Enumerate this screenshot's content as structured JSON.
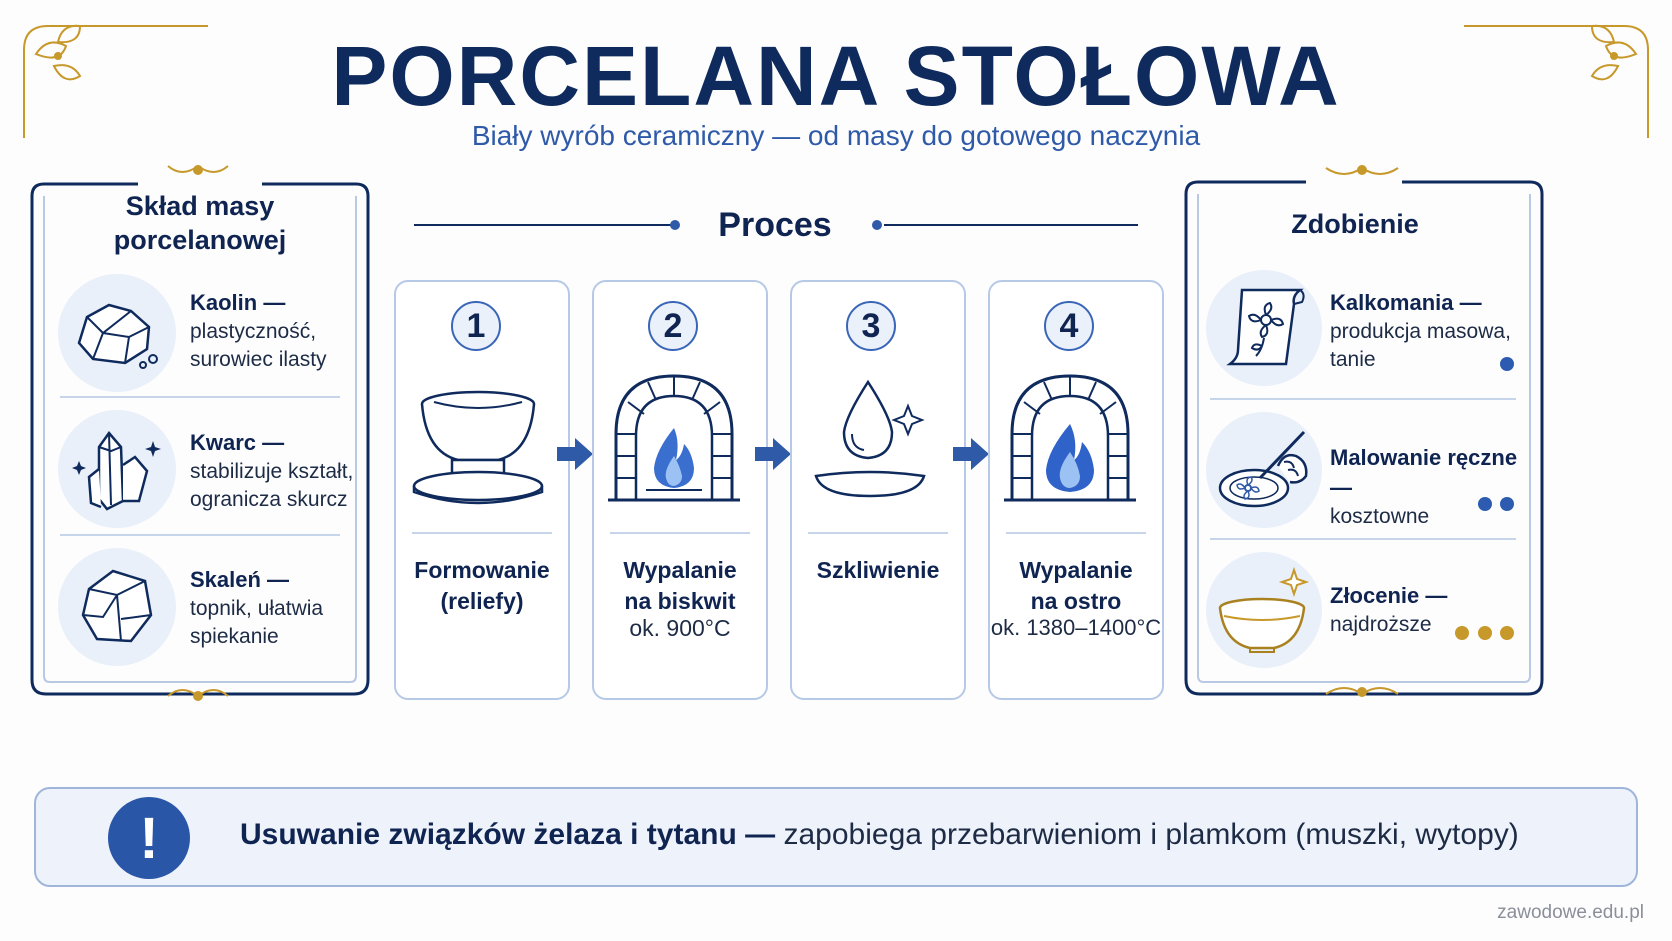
{
  "header": {
    "title": "PORCELANA STOŁOWA",
    "subtitle": "Biały wyrób ceramiczny — od masy do gotowego naczynia"
  },
  "composition": {
    "title_line1": "Skład masy",
    "title_line2": "porcelanowej",
    "items": [
      {
        "name": "Kaolin —",
        "line1": "plastyczność,",
        "line2": "surowiec ilasty",
        "icon": "rock-icon"
      },
      {
        "name": "Kwarc —",
        "line1": "stabilizuje kształt,",
        "line2": "ogranicza skurcz",
        "icon": "crystal-icon"
      },
      {
        "name": "Skaleń —",
        "line1": "topnik, ułatwia",
        "line2": "spiekanie",
        "icon": "stone-icon"
      }
    ]
  },
  "process": {
    "title": "Proces",
    "steps": [
      {
        "number": "1",
        "line1": "Formowanie",
        "line2": "(reliefy)",
        "temp": "",
        "icon": "potters-wheel-bowl-icon"
      },
      {
        "number": "2",
        "line1": "Wypalanie",
        "line2": "na biskwit",
        "temp": "ok. 900°C",
        "icon": "kiln-icon"
      },
      {
        "number": "3",
        "line1": "Szkliwienie",
        "line2": "",
        "temp": "",
        "icon": "glaze-drop-icon"
      },
      {
        "number": "4",
        "line1": "Wypalanie",
        "line2": "na ostro",
        "temp": "ok. 1380–1400°C",
        "icon": "kiln-icon"
      }
    ]
  },
  "decoration": {
    "title": "Zdobienie",
    "items": [
      {
        "name": "Kalkomania —",
        "line1": "produkcja masowa,",
        "line2": "tanie",
        "cost_level": 1,
        "icon": "decal-scroll-icon"
      },
      {
        "name": "Malowanie ręczne —",
        "line1": "kosztowne",
        "line2": "",
        "cost_level": 2,
        "icon": "brush-plate-icon"
      },
      {
        "name": "Złocenie —",
        "line1": "najdroższe",
        "line2": "",
        "cost_level": 3,
        "icon": "gold-bowl-icon"
      }
    ],
    "dot_colors": {
      "blue": "#2d5bb0",
      "gold": "#c7982a"
    }
  },
  "banner": {
    "bold": "Usuwanie związków żelaza i tytanu —",
    "text": " zapobiega przebarwieniom i plamkom (muszki, wytopy)",
    "icon": "exclamation-icon"
  },
  "footer": "zawodowe.edu.pl",
  "colors": {
    "navy": "#0f2a5c",
    "accent_blue": "#2f5aa8",
    "gold": "#c7982a"
  }
}
